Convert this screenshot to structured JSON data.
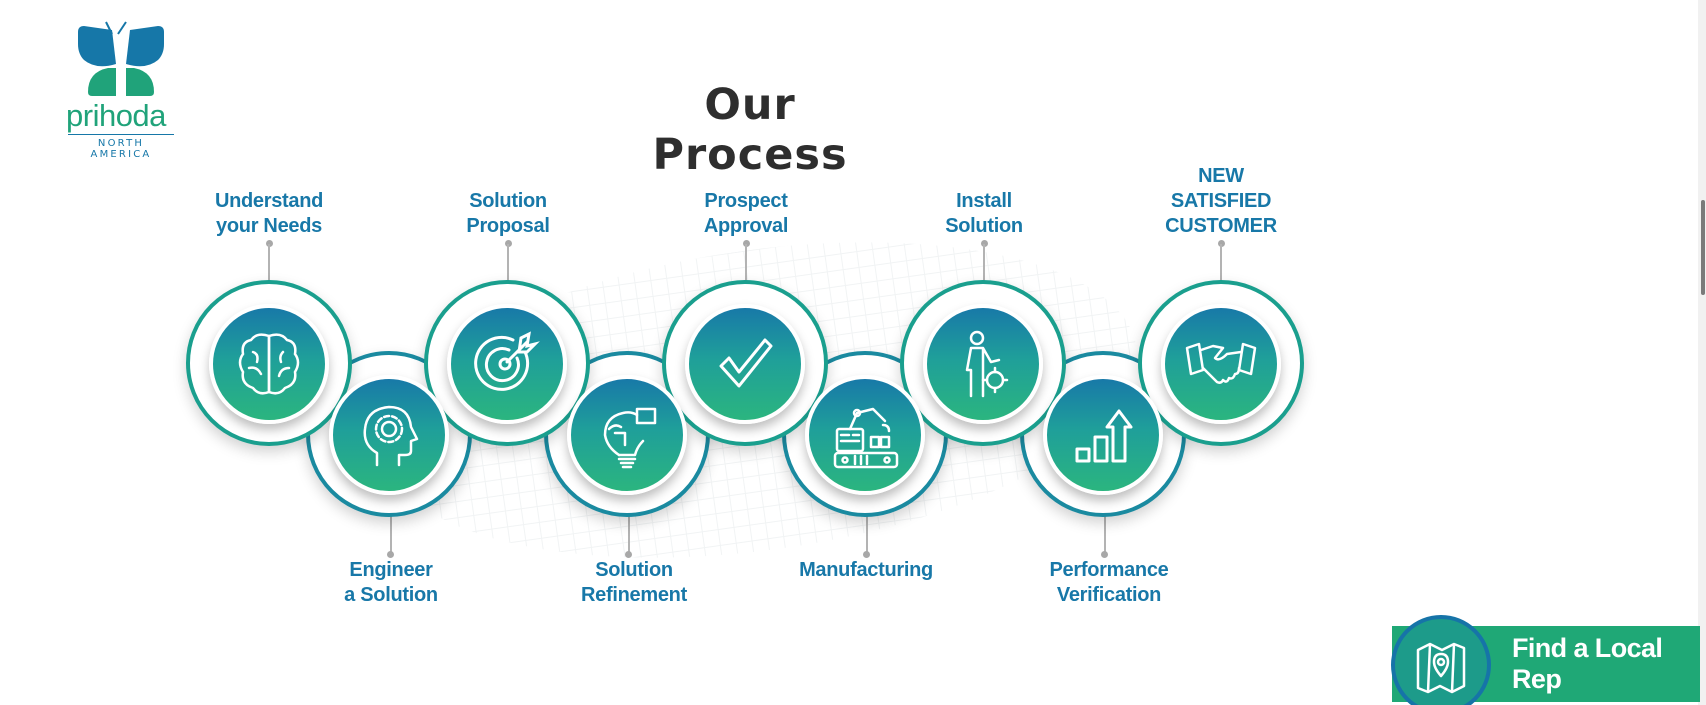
{
  "logo": {
    "brand": "prihoda",
    "region": "NORTH AMERICA",
    "colors": {
      "blue": "#1677a8",
      "green": "#20a37a"
    }
  },
  "page": {
    "title": "Our Process"
  },
  "steps": [
    {
      "label_line1": "Understand",
      "label_line2": "your Needs",
      "icon": "brain-icon"
    },
    {
      "label_line1": "Engineer",
      "label_line2": "a Solution",
      "icon": "head-gear-icon"
    },
    {
      "label_line1": "Solution",
      "label_line2": "Proposal",
      "icon": "target-icon"
    },
    {
      "label_line1": "Solution",
      "label_line2": "Refinement",
      "icon": "lightbulb-puzzle-icon"
    },
    {
      "label_line1": "Prospect",
      "label_line2": "Approval",
      "icon": "checkmark-icon"
    },
    {
      "label_line1": "Manufacturing",
      "label_line2": "",
      "icon": "robot-arm-icon"
    },
    {
      "label_line1": "Install",
      "label_line2": "Solution",
      "icon": "installer-icon"
    },
    {
      "label_line1": "Performance",
      "label_line2": "Verification",
      "icon": "bar-chart-arrow-icon"
    },
    {
      "label_line1": "NEW",
      "label_line2": "SATISFIED",
      "label_line3": "CUSTOMER",
      "icon": "handshake-icon"
    }
  ],
  "cta": {
    "label": "Find a Local Rep",
    "icon": "map-pin-icon",
    "color": "#1fa876"
  },
  "theme": {
    "label_color": "#1878a8",
    "accent_teal": "#1a9f8e",
    "title_color": "#2e2e2e"
  }
}
